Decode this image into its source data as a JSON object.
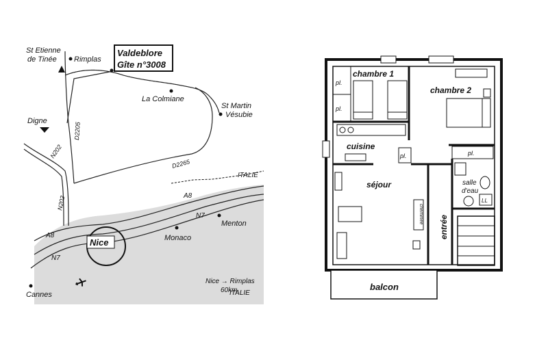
{
  "map": {
    "title_line1": "Valdeblore",
    "title_line2": "Gîte n°3008",
    "places": {
      "st_etienne_1": "St Etienne",
      "st_etienne_2": "de Tinée",
      "rimplas": "Rimplas",
      "la_colmiane": "La Colmiane",
      "st_martin_1": "St Martin",
      "st_martin_2": "Vésubie",
      "digne": "Digne",
      "italie_top": "ITALIE",
      "italie_bottom": "ITALIE",
      "nice": "Nice",
      "monaco": "Monaco",
      "menton": "Menton",
      "cannes": "Cannes"
    },
    "roads": {
      "d2205": "D2205",
      "n202_upper": "N202",
      "n202_lower": "N202",
      "d2265": "D2265",
      "a8_right": "A8",
      "a8_left": "A8",
      "n7_right": "N7",
      "n7_left": "N7"
    },
    "distance_line1": "Nice → Rimplas",
    "distance_line2": "60km"
  },
  "plan": {
    "rooms": {
      "chambre1": "chambre 1",
      "chambre2": "chambre 2",
      "cuisine": "cuisine",
      "sejour": "séjour",
      "salle_1": "salle",
      "salle_2": "d'eau",
      "entree": "entrée",
      "balcon": "balcon"
    },
    "closets": {
      "pl_a": "pl.",
      "pl_b": "pl.",
      "pl_c": "pl.",
      "pl_d": "pl."
    },
    "fixtures": {
      "cheminee": "cheminée",
      "ll": "LL"
    }
  }
}
